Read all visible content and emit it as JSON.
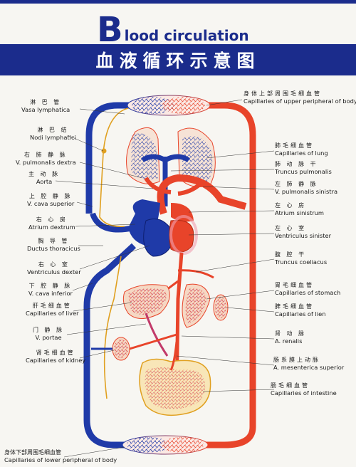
{
  "title": {
    "initial": "B",
    "rest": "lood circulation",
    "chinese": "血液循环示意图"
  },
  "colors": {
    "header": "#1b2c8c",
    "arterial": "#e8442a",
    "venous": "#1f3aa8",
    "lymph": "#e0a020",
    "capillary_mix": "#c23a6a"
  },
  "labels_left": [
    {
      "cn": "淋 巴 管",
      "en": "Vasa lymphatica"
    },
    {
      "cn": "淋 巴 结",
      "en": "Nodi lymphatici"
    },
    {
      "cn": "右 肺 静 脉",
      "en": "V. pulmonalis dextra"
    },
    {
      "cn": "主 动 脉",
      "en": "Aorta"
    },
    {
      "cn": "上 腔 静 脉",
      "en": "V. cava superior"
    },
    {
      "cn": "右 心 房",
      "en": "Atrium dextrum"
    },
    {
      "cn": "胸 导 管",
      "en": "Ductus thoracicus"
    },
    {
      "cn": "右 心 室",
      "en": "Ventriculus dexter"
    },
    {
      "cn": "下 腔 静 脉",
      "en": "V. cava inferior"
    },
    {
      "cn": "肝毛细血管",
      "en": "Capillaries of liver"
    },
    {
      "cn": "门 静 脉",
      "en": "V. portae"
    },
    {
      "cn": "肾毛细血管",
      "en": "Capillaries of kidney"
    }
  ],
  "labels_right": [
    {
      "cn": "身体上部周围毛细血管",
      "en": "Capillaries of upper peripheral of body"
    },
    {
      "cn": "肺毛细血管",
      "en": "Capillaries of lung"
    },
    {
      "cn": "肺 动 脉 干",
      "en": "Truncus pulmonalis"
    },
    {
      "cn": "左 肺 静 脉",
      "en": "V. pulmonalis sinistra"
    },
    {
      "cn": "左 心 房",
      "en": "Atrium sinistrum"
    },
    {
      "cn": "左 心 室",
      "en": "Ventriculus sinister"
    },
    {
      "cn": "腹 腔 干",
      "en": "Truncus coeliacus"
    },
    {
      "cn": "胃毛细血管",
      "en": "Capillaries of stomach"
    },
    {
      "cn": "脾毛细血管",
      "en": "Capillaries of lien"
    },
    {
      "cn": "肾 动 脉",
      "en": "A. renalis"
    },
    {
      "cn": "肠系膜上动脉",
      "en": "A. mesenterica superior"
    },
    {
      "cn": "肠毛细血管",
      "en": "Capillaries of intestine"
    }
  ],
  "label_bottom": {
    "cn": "身体下部周围毛细血管",
    "en": "Capillaries of lower peripheral of body"
  }
}
